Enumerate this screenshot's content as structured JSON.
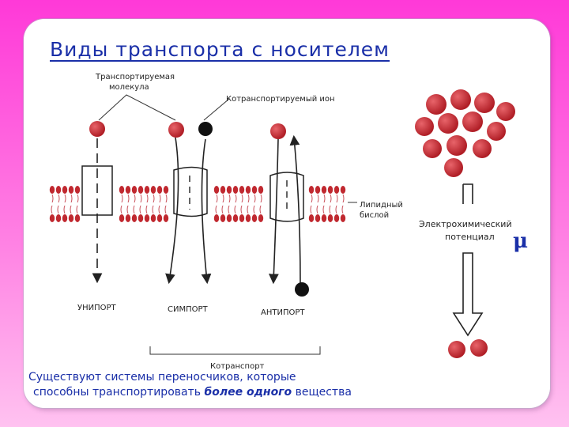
{
  "title": "Виды транспорта с носителем",
  "labels": {
    "transported_molecule_line1": "Транспортируемая",
    "transported_molecule_line2": "молекула",
    "cotransported_ion": "Котранспортируемый ион",
    "lipid_bilayer_line1": "Липидный",
    "lipid_bilayer_line2": "бислой",
    "electrochemical_line1": "Электрохимический",
    "electrochemical_line2": "потенциал",
    "uniport": "УНИПОРТ",
    "symport": "СИМПОРТ",
    "antiport": "АНТИПОРТ",
    "cotransport": "Котранспорт"
  },
  "mu_symbol": "μ",
  "caption": {
    "line1": "Существуют   системы переносчиков, которые",
    "line2_start": "способны транспортировать ",
    "line2_bold": "более одного",
    "line2_end": " вещества"
  },
  "colors": {
    "title": "#1a2fa8",
    "molecule": "#c0282f",
    "ion": "#111111",
    "background_top": "#ff39d8",
    "background_bottom": "#ffc2f0"
  }
}
